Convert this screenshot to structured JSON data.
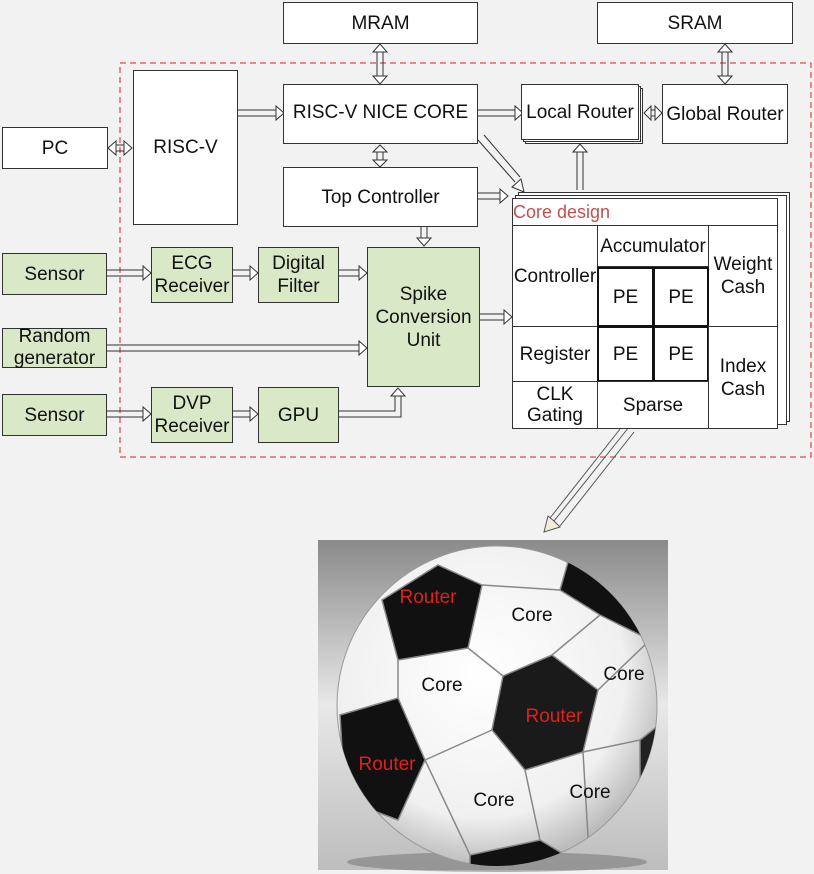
{
  "blocks": {
    "mram": "MRAM",
    "sram": "SRAM",
    "pc": "PC",
    "riscv": "RISC-V",
    "nice_core": "RISC-V NICE CORE",
    "local_router": "Local Router",
    "global_router": "Global Router",
    "top_controller": "Top Controller",
    "sensor_1": "Sensor",
    "ecg_receiver": "ECG\nReceiver",
    "digital_filter": "Digital\nFilter",
    "spike_unit": "Spike\nConversion\nUnit",
    "random_generator": "Random\ngenerator",
    "sensor_2": "Sensor",
    "dvp_receiver": "DVP\nReceiver",
    "gpu": "GPU"
  },
  "core_design": {
    "title": "Core design",
    "controller": "Controller",
    "accumulator": "Accumulator",
    "weight_cash": "Weight\nCash",
    "pe": "PE",
    "register": "Register",
    "index_cash": "Index\nCash",
    "clk_gating": "CLK\nGating",
    "sparse": "Sparse"
  },
  "ball_labels": {
    "router_1": "Router",
    "core_1": "Core",
    "core_2": "Core",
    "core_3": "Core",
    "router_2": "Router",
    "router_3": "Router",
    "core_4": "Core",
    "core_5": "Core"
  },
  "colors": {
    "green_block": "#d9e8c6",
    "dashed_border": "#e0201c",
    "core_title": "#c0504d",
    "router_label": "#e0201c"
  }
}
